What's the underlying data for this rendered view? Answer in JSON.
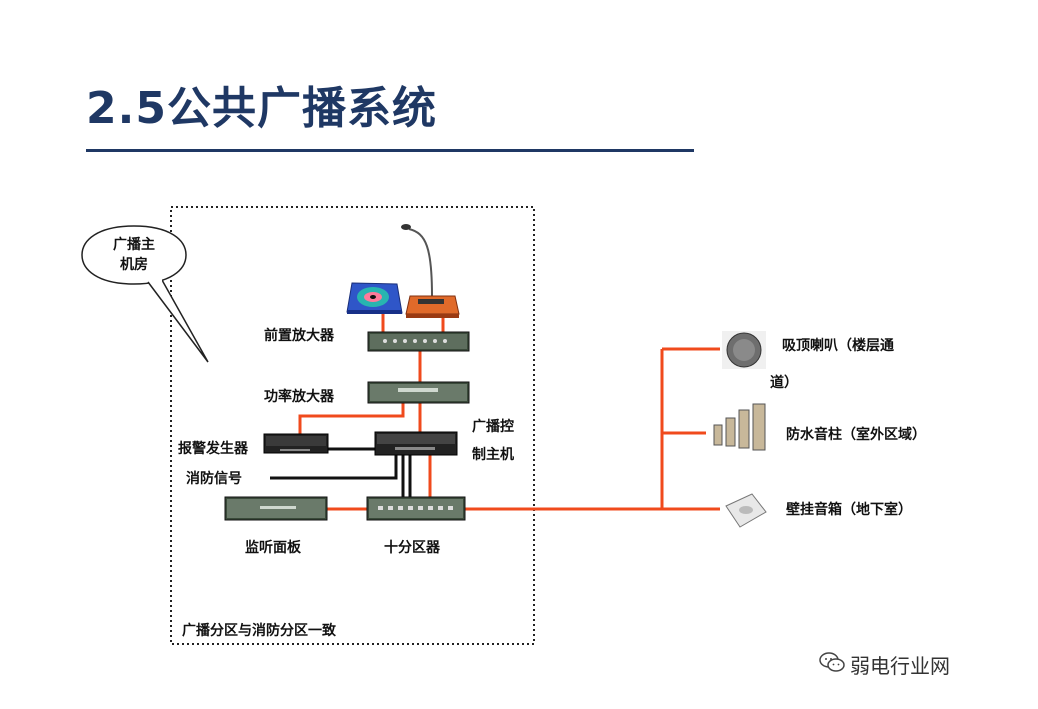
{
  "title": "2.5公共广播系统",
  "bubble": {
    "line1": "广播主",
    "line2": "机房"
  },
  "labels": {
    "pre_amp": "前置放大器",
    "power_amp": "功率放大器",
    "alarm_gen": "报警发生器",
    "fire_signal": "消防信号",
    "control_host_1": "广播控",
    "control_host_2": "制主机",
    "monitor_panel": "监听面板",
    "ten_zone": "十分区器",
    "zone_note": "广播分区与消防分区一致",
    "ceiling_speaker_1": "吸顶喇叭（楼层通",
    "ceiling_speaker_2": "道）",
    "waterproof_column": "防水音柱（室外区域）",
    "wall_speaker": "壁挂音箱（地下室）"
  },
  "watermark": "弱电行业网",
  "colors": {
    "title": "#1f3864",
    "signal_line": "#f04a1c",
    "control_line": "#111111"
  }
}
